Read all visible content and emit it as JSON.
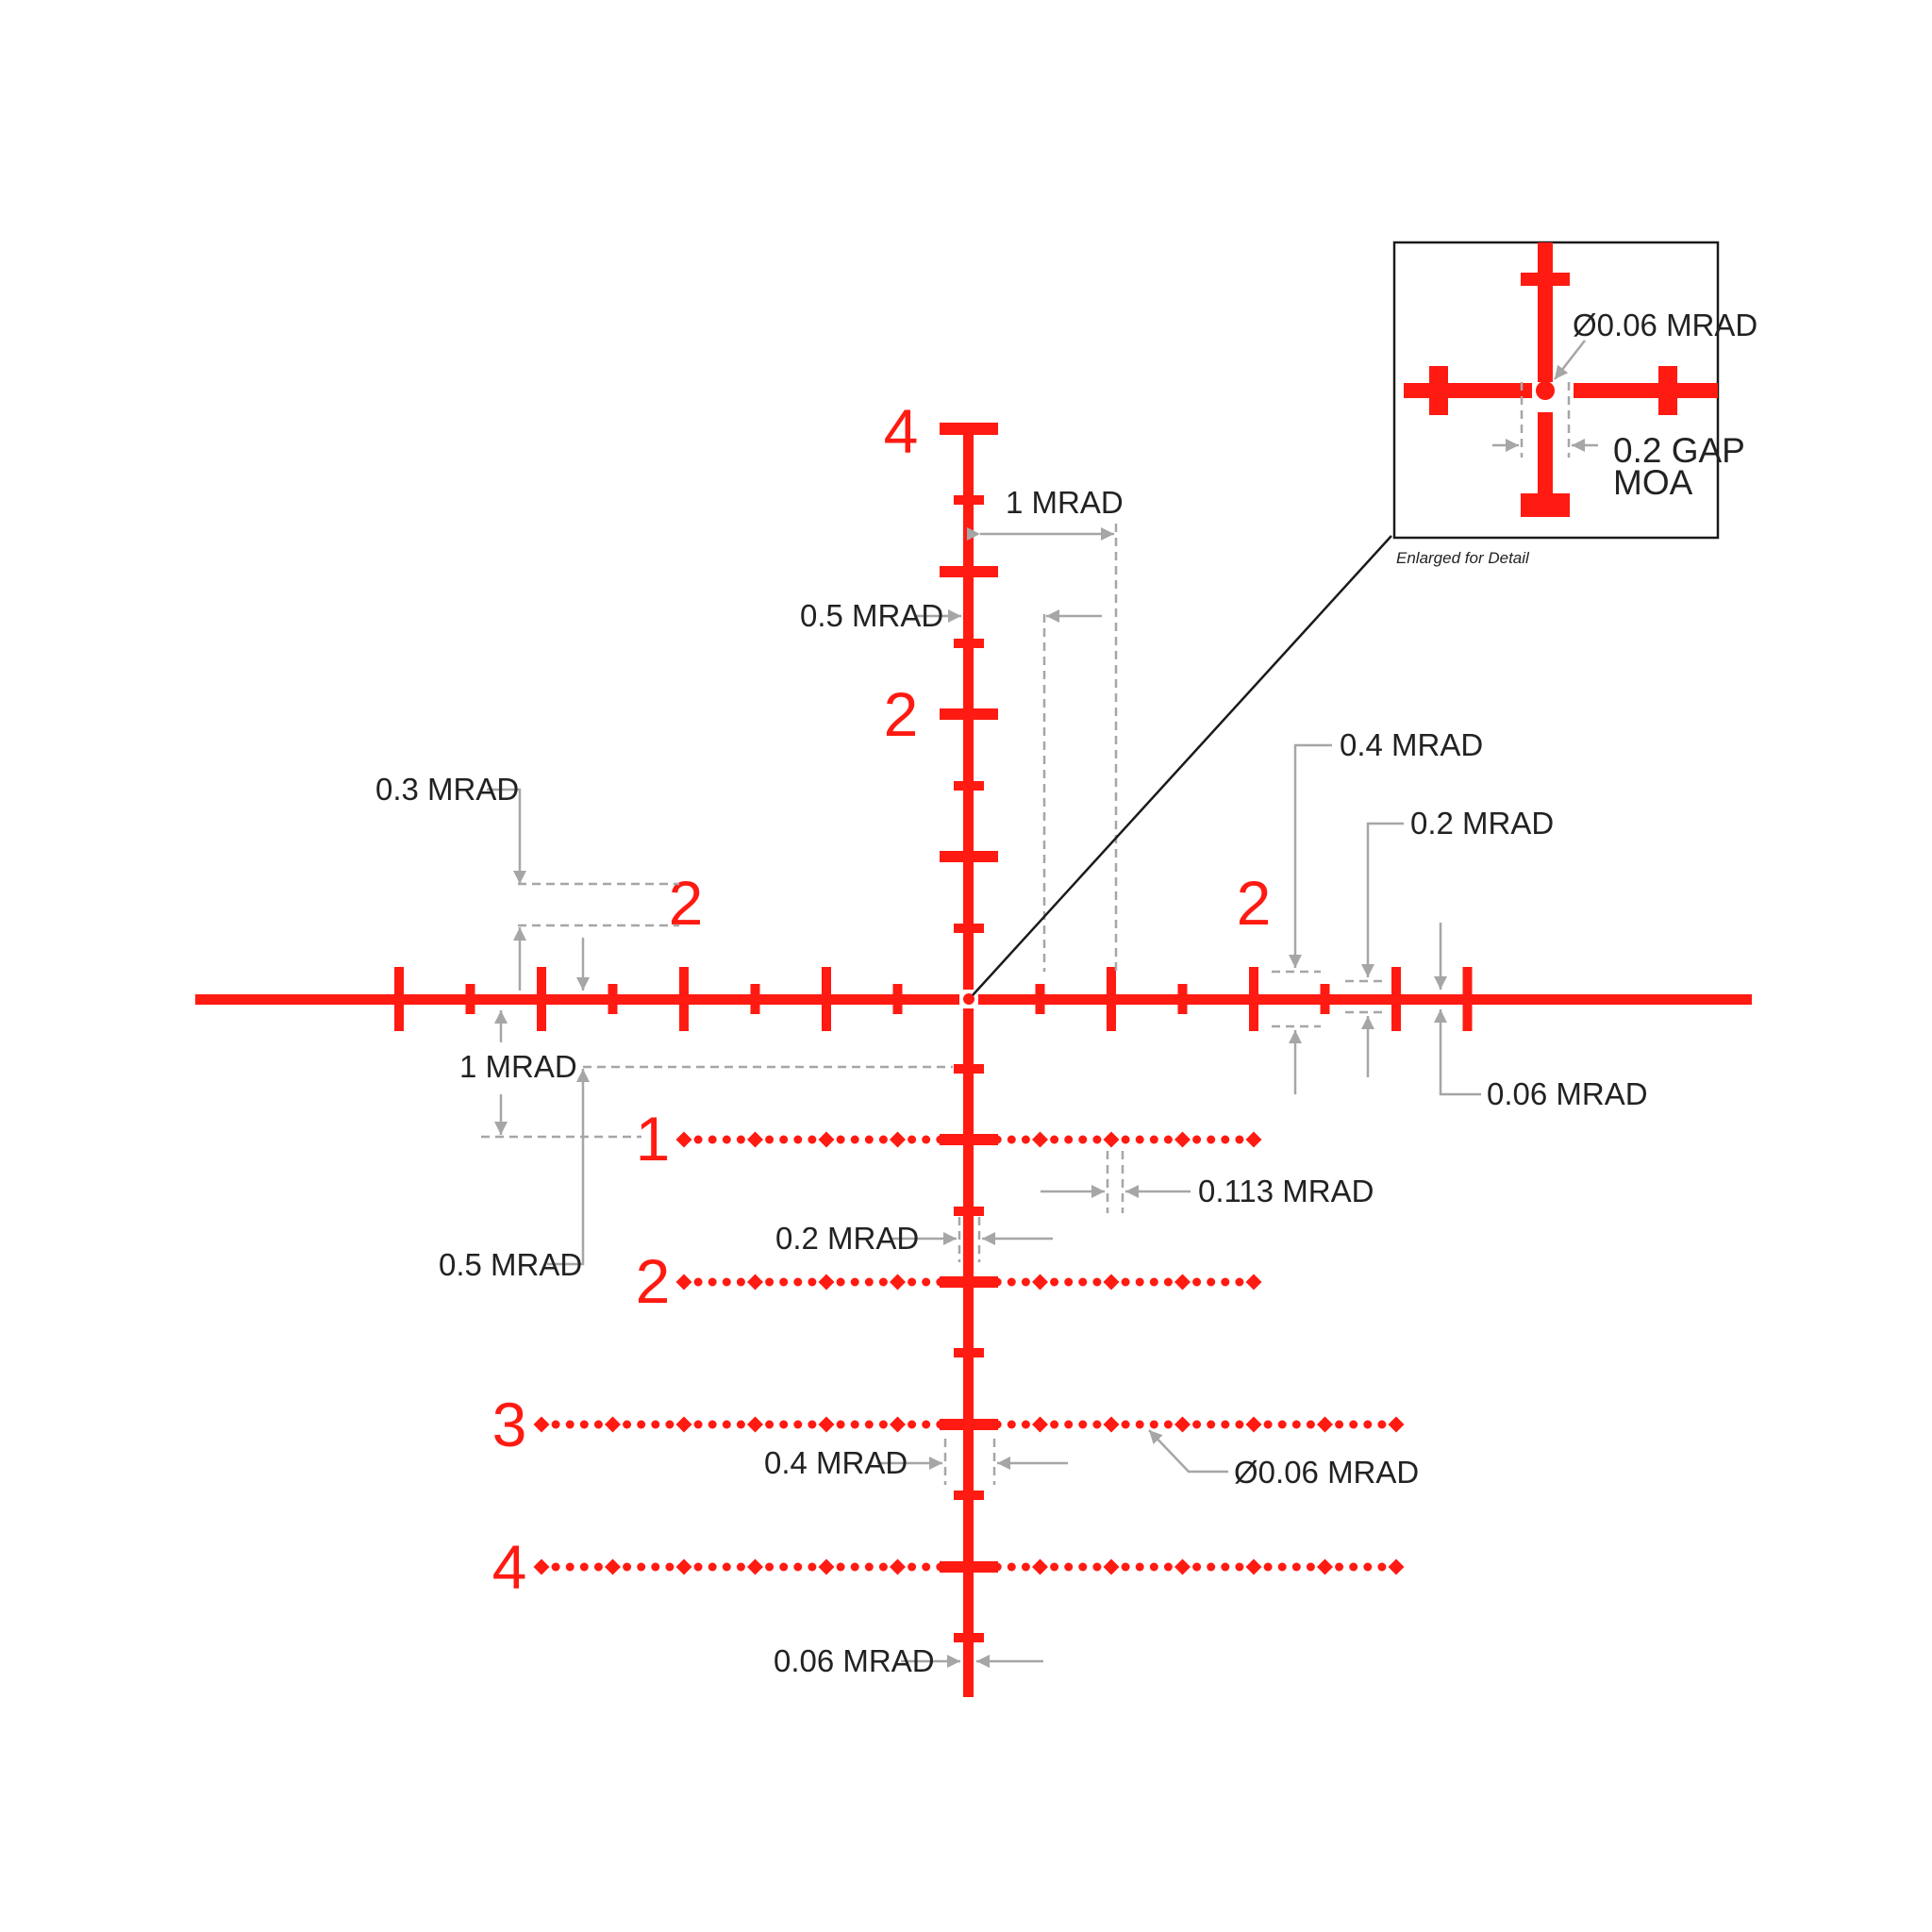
{
  "colors": {
    "reticle": "#ff1a12",
    "dimension": "#a6a6a6",
    "text": "#222222",
    "box": "#1a1a1a"
  },
  "reticle": {
    "upper_numbers": [
      "4",
      "2"
    ],
    "horizontal_numbers": [
      "2",
      "2"
    ],
    "holdover_numbers": [
      "1",
      "2",
      "3",
      "4"
    ]
  },
  "dimensions": {
    "top_1mrad": "1 MRAD",
    "top_05mrad": "0.5 MRAD",
    "left_03mrad": "0.3 MRAD",
    "left_1mrad": "1 MRAD",
    "left_05mrad": "0.5 MRAD",
    "right_04mrad": "0.4 MRAD",
    "right_02mrad": "0.2 MRAD",
    "right_006mrad": "0.06 MRAD",
    "dot_spacing": "0.113 MRAD",
    "stem_02mrad": "0.2 MRAD",
    "stem_04mrad": "0.4 MRAD",
    "dot_diameter": "Ø0.06 MRAD",
    "bottom_006mrad": "0.06 MRAD"
  },
  "inset": {
    "center_dot": "Ø0.06 MRAD",
    "gap_line1": "0.2 GAP",
    "gap_line2": "MOA",
    "caption": "Enlarged for Detail"
  }
}
